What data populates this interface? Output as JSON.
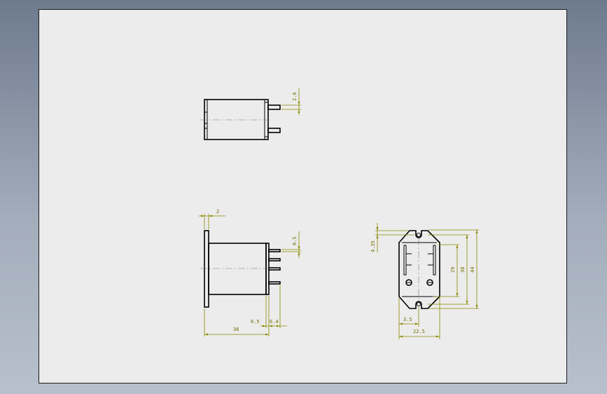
{
  "colors": {
    "background_top": "#6e7a8e",
    "background_bottom": "#b8c0cd",
    "sheet": "#ececec",
    "part_lines": "#000000",
    "dimension_lines": "#8a8a00",
    "dimension_text": "#6e6e00"
  },
  "views": {
    "top": {
      "dims": {
        "pin_offset": "2.6"
      }
    },
    "front": {
      "dims": {
        "flange_thickness": "2",
        "pin_width": "0.5",
        "body_length": "36",
        "pin_gap": "0.5",
        "pin_length": "6.4"
      }
    },
    "side": {
      "dims": {
        "notch_depth": "4.35",
        "hole_spacing": "29",
        "inner_height": "38",
        "overall_height": "44",
        "hole_offset": "3.5",
        "width": "22.5"
      }
    }
  }
}
